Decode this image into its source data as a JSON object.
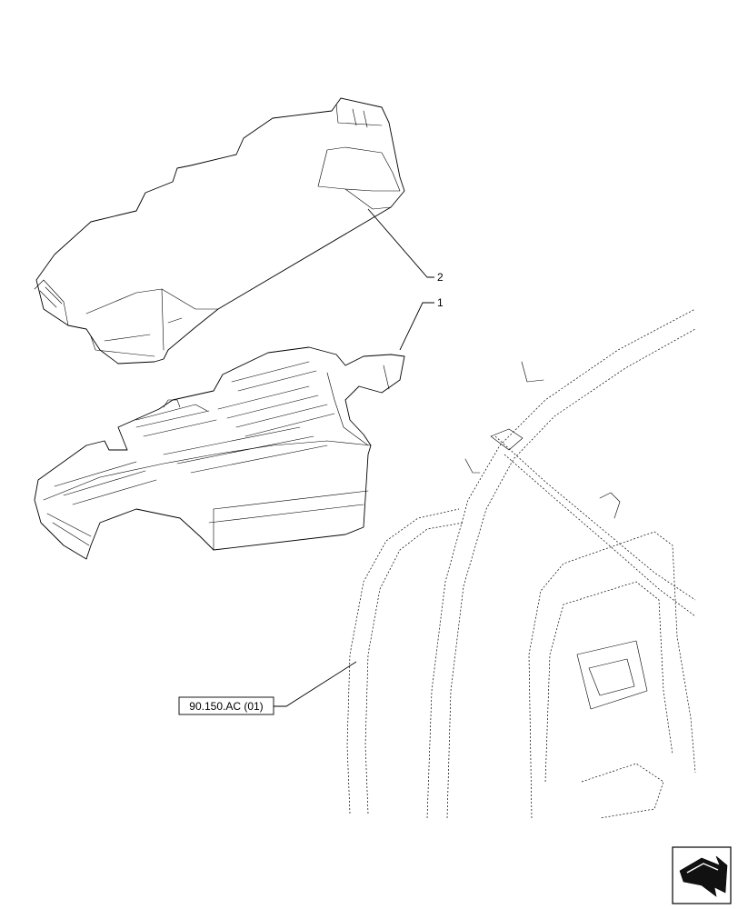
{
  "callouts": [
    {
      "id": "1",
      "label": "1",
      "part": "floor-mat"
    },
    {
      "id": "2",
      "label": "2",
      "part": "floor-insulation"
    }
  ],
  "reference": {
    "label": "90.150.AC (01)"
  },
  "icons": {
    "nav": "next-page-arrow-icon"
  },
  "colors": {
    "line": "#000000",
    "background": "#ffffff"
  }
}
